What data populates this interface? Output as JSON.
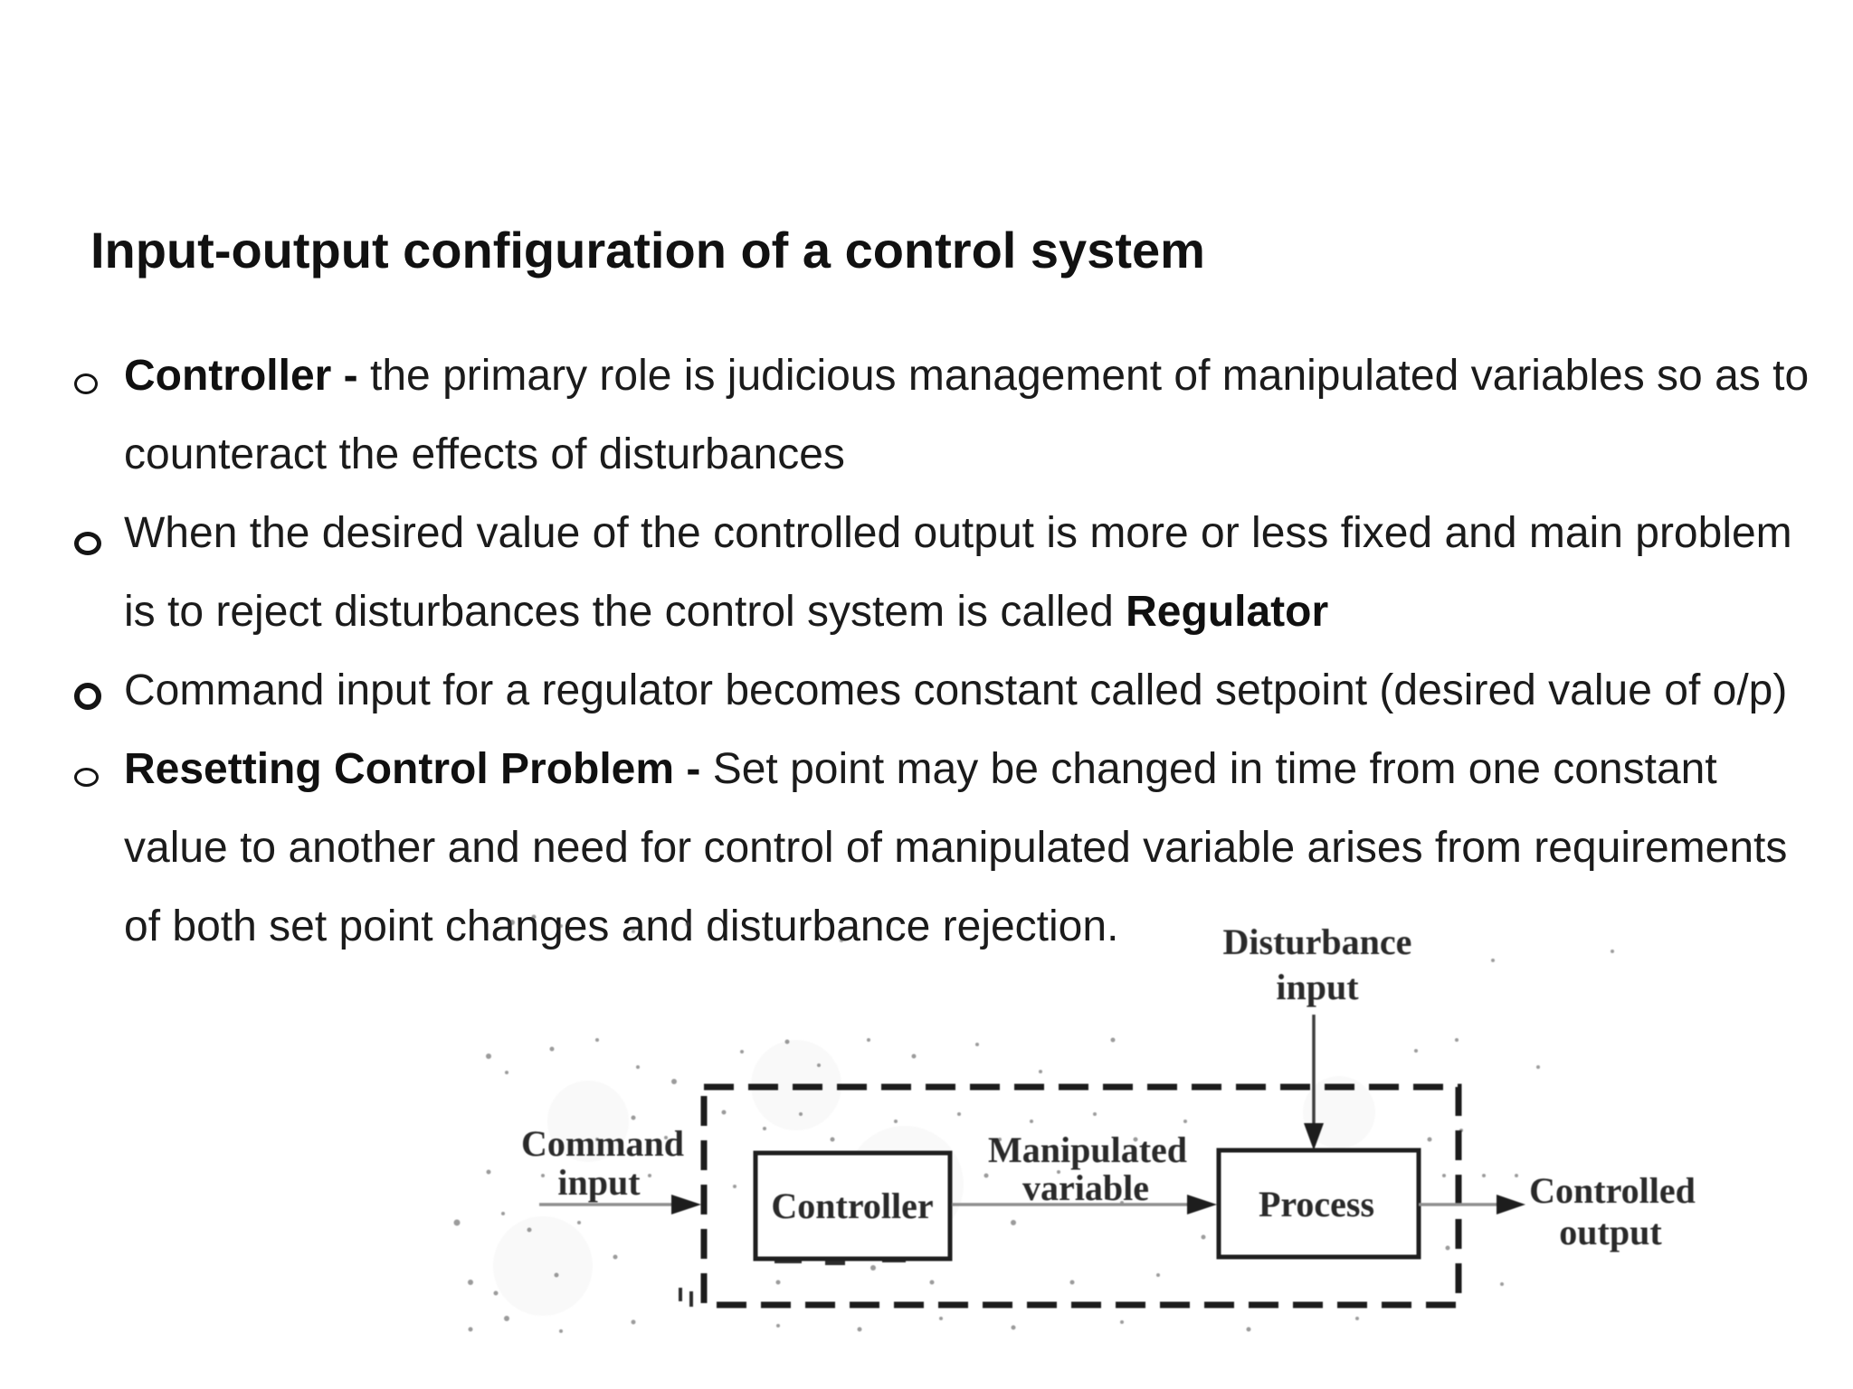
{
  "slide": {
    "title": "Input-output configuration of a control system",
    "bullet1": {
      "bold": "Controller - ",
      "line1": "the primary role is judicious management of manipulated variables so as to",
      "line2": "counteract the effects of disturbances"
    },
    "bullet2": {
      "line1": "When the desired value of the controlled output is more or less fixed and main problem",
      "line2": "is to reject disturbances the control system is called ",
      "bold": "Regulator"
    },
    "bullet3": {
      "line1": "Command input for a regulator becomes constant called setpoint (desired value of o/p)"
    },
    "bullet4": {
      "bold": "Resetting Control Problem - ",
      "line1": "Set point may be changed in time from one constant",
      "line2": "value to another and need for control of manipulated variable arises from requirements",
      "line3": "of both set point changes and disturbance rejection."
    }
  },
  "figure": {
    "disturbance_line1": "Disturbance",
    "disturbance_line2": "input",
    "command_line1": "Command",
    "command_line2": "input",
    "manipulated_line1": "Manipulated",
    "manipulated_line2": "variable",
    "controlled_line1": "Controlled",
    "controlled_line2": "output",
    "controller": "Controller",
    "process": "Process"
  }
}
